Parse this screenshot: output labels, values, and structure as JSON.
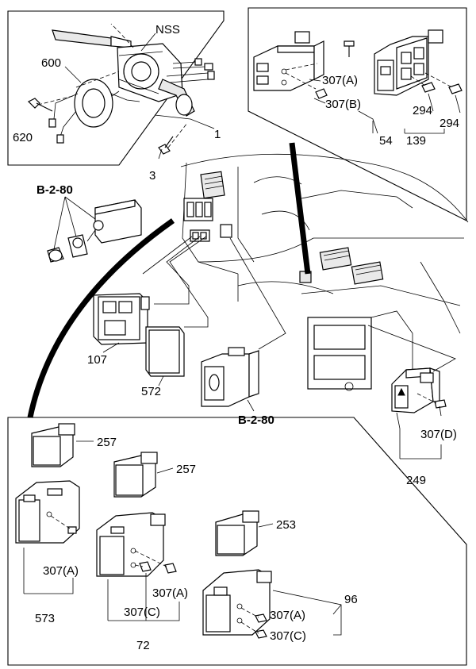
{
  "labels": {
    "nss": "NSS",
    "p600": "600",
    "p620": "620",
    "p1": "1",
    "p3": "3",
    "p307a_top": "307(A)",
    "p307b_top": "307(B)",
    "p294_a": "294",
    "p294_b": "294",
    "p54": "54",
    "p139": "139",
    "ref_b280_top": "B-2-80",
    "p107": "107",
    "p572": "572",
    "ref_b280_mid": "B-2-80",
    "p307d": "307(D)",
    "p249": "249",
    "p257_a": "257",
    "p257_b": "257",
    "p253": "253",
    "p307a_l": "307(A)",
    "p573": "573",
    "p307a_m": "307(A)",
    "p307c_m": "307(C)",
    "p72": "72",
    "p96": "96",
    "p307a_r": "307(A)",
    "p307c_r": "307(C)"
  }
}
